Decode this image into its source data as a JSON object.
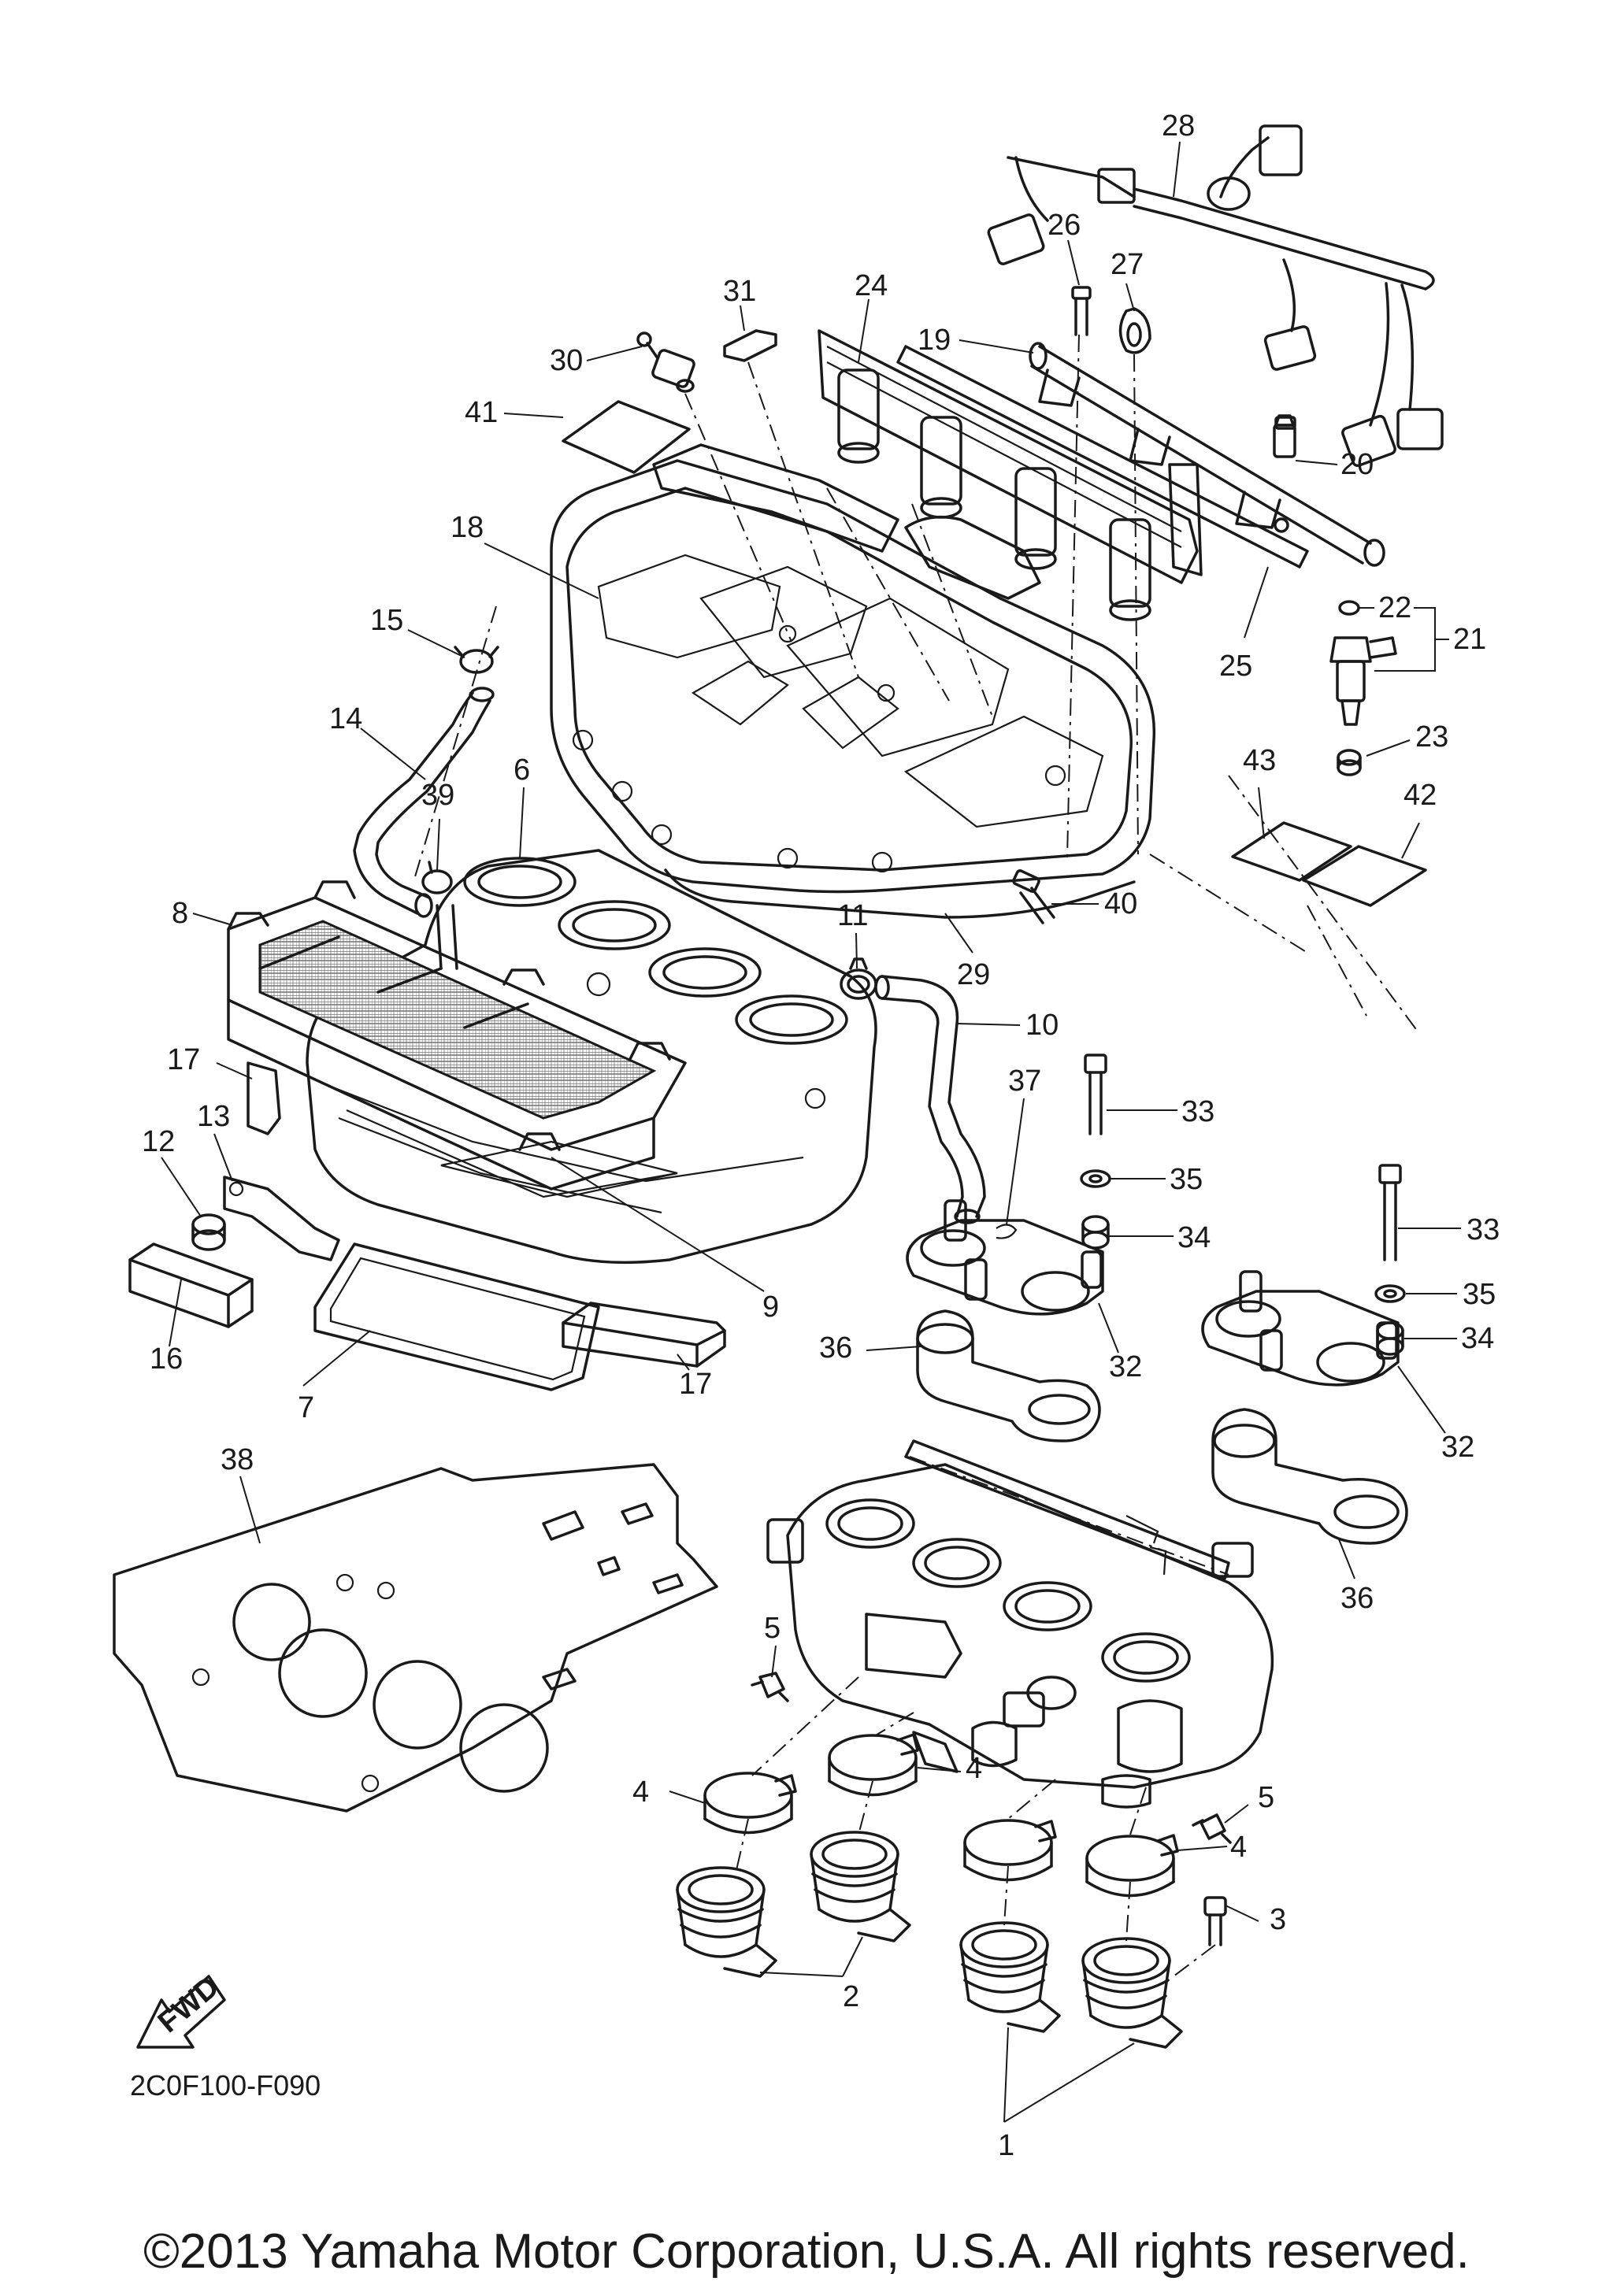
{
  "diagram": {
    "drawing_code": "2C0F100-F090",
    "copyright": "©2013 Yamaha Motor Corporation, U.S.A. All rights reserved.",
    "fwd_label": "FWD",
    "callouts": [
      {
        "id": "1",
        "label": "1"
      },
      {
        "id": "2",
        "label": "2"
      },
      {
        "id": "3",
        "label": "3"
      },
      {
        "id": "4a",
        "label": "4"
      },
      {
        "id": "4b",
        "label": "4"
      },
      {
        "id": "4c",
        "label": "4"
      },
      {
        "id": "5a",
        "label": "5"
      },
      {
        "id": "5b",
        "label": "5"
      },
      {
        "id": "6",
        "label": "6"
      },
      {
        "id": "7",
        "label": "7"
      },
      {
        "id": "8",
        "label": "8"
      },
      {
        "id": "9",
        "label": "9"
      },
      {
        "id": "10",
        "label": "10"
      },
      {
        "id": "11",
        "label": "11"
      },
      {
        "id": "12",
        "label": "12"
      },
      {
        "id": "13",
        "label": "13"
      },
      {
        "id": "14",
        "label": "14"
      },
      {
        "id": "15",
        "label": "15"
      },
      {
        "id": "16",
        "label": "16"
      },
      {
        "id": "17a",
        "label": "17"
      },
      {
        "id": "17b",
        "label": "17"
      },
      {
        "id": "18",
        "label": "18"
      },
      {
        "id": "19",
        "label": "19"
      },
      {
        "id": "20",
        "label": "20"
      },
      {
        "id": "21",
        "label": "21"
      },
      {
        "id": "22",
        "label": "22"
      },
      {
        "id": "23",
        "label": "23"
      },
      {
        "id": "24",
        "label": "24"
      },
      {
        "id": "25",
        "label": "25"
      },
      {
        "id": "26",
        "label": "26"
      },
      {
        "id": "27",
        "label": "27"
      },
      {
        "id": "28",
        "label": "28"
      },
      {
        "id": "29",
        "label": "29"
      },
      {
        "id": "30",
        "label": "30"
      },
      {
        "id": "31",
        "label": "31"
      },
      {
        "id": "32a",
        "label": "32"
      },
      {
        "id": "32b",
        "label": "32"
      },
      {
        "id": "33a",
        "label": "33"
      },
      {
        "id": "33b",
        "label": "33"
      },
      {
        "id": "34a",
        "label": "34"
      },
      {
        "id": "34b",
        "label": "34"
      },
      {
        "id": "35a",
        "label": "35"
      },
      {
        "id": "35b",
        "label": "35"
      },
      {
        "id": "36a",
        "label": "36"
      },
      {
        "id": "36b",
        "label": "36"
      },
      {
        "id": "37",
        "label": "37"
      },
      {
        "id": "38",
        "label": "38"
      },
      {
        "id": "39",
        "label": "39"
      },
      {
        "id": "40",
        "label": "40"
      },
      {
        "id": "41",
        "label": "41"
      },
      {
        "id": "42",
        "label": "42"
      },
      {
        "id": "43",
        "label": "43"
      }
    ]
  }
}
